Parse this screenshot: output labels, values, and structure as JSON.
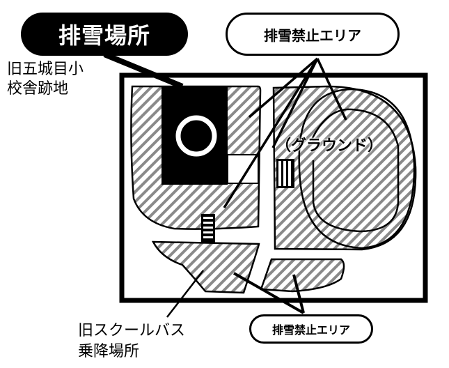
{
  "labels": {
    "snow_dump_site": "排雪場所",
    "no_dump_area_top": "排雪禁止エリア",
    "no_dump_area_bottom": "排雪禁止エリア",
    "former_school_site_line1": "旧五城目小",
    "former_school_site_line2": "校舎跡地",
    "former_bus_stop_line1": "旧スクールバス",
    "former_bus_stop_line2": "乗降場所",
    "ground": "（グラウンド）"
  },
  "colors": {
    "outline": "#000000",
    "hatch": "#8a8a8a",
    "background": "#ffffff",
    "dump_site_fill": "#000000"
  },
  "legend": {
    "black_area": "snow-dump-site",
    "hatched_area": "no-dump-area"
  }
}
